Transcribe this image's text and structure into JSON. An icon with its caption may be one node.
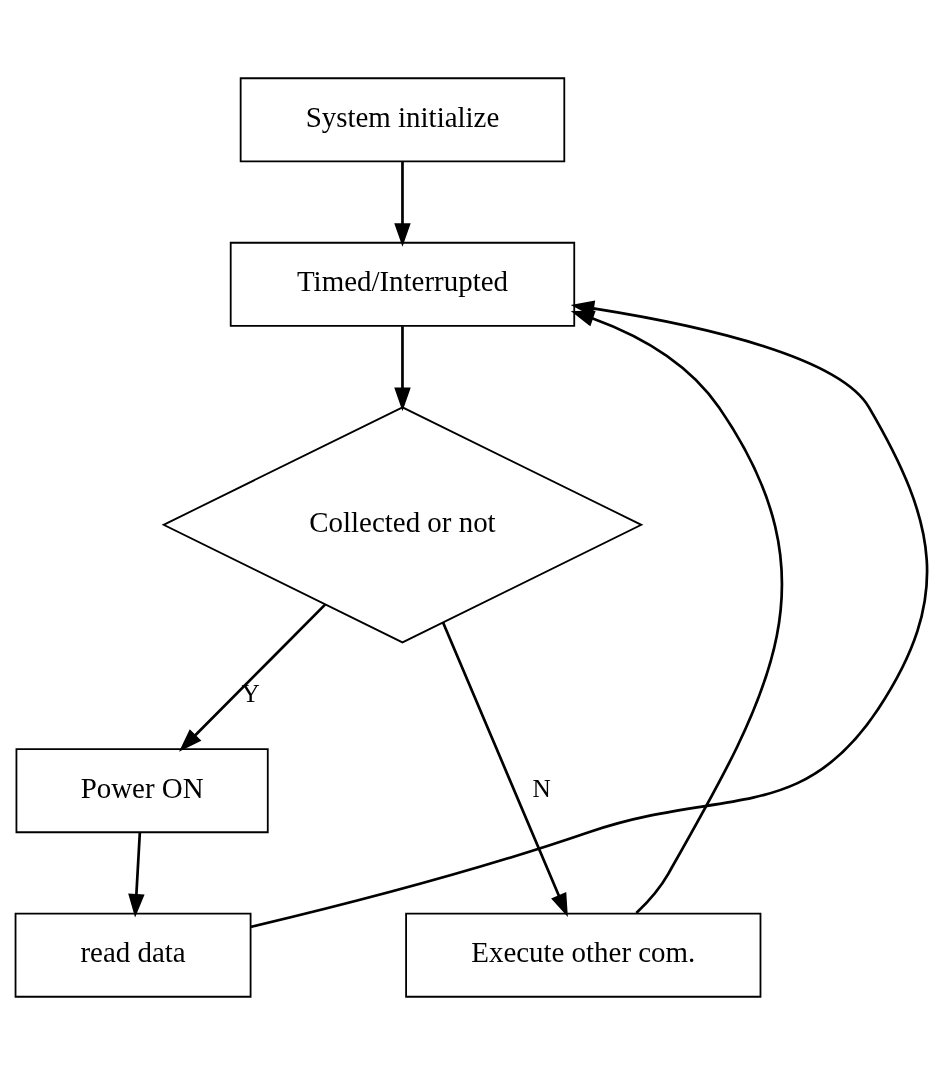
{
  "diagram": {
    "nodes": [
      {
        "text": [
          "System initialize"
        ]
      },
      {
        "text": [
          "Timed/Interrupted"
        ]
      },
      {
        "text": [
          "Collected or not"
        ]
      },
      {
        "text": [
          "Power ON"
        ]
      },
      {
        "text": [
          "Execute other com."
        ]
      },
      {
        "text": [
          "read data"
        ]
      }
    ],
    "edges": [
      {
        "from": 0,
        "to": 1,
        "arrow": "to"
      },
      {
        "from": 1,
        "to": 2,
        "arrow": "to"
      },
      {
        "from": 2,
        "to": 3,
        "arrow": "to",
        "label": "Y"
      },
      {
        "from": 2,
        "to": 4,
        "arrow": "to",
        "label": "N"
      },
      {
        "from": 3,
        "to": 5,
        "arrow": "to"
      },
      {
        "from": 4,
        "to": 1,
        "arrow": "to"
      },
      {
        "from": 5,
        "to": 1,
        "arrow": "to"
      }
    ]
  }
}
